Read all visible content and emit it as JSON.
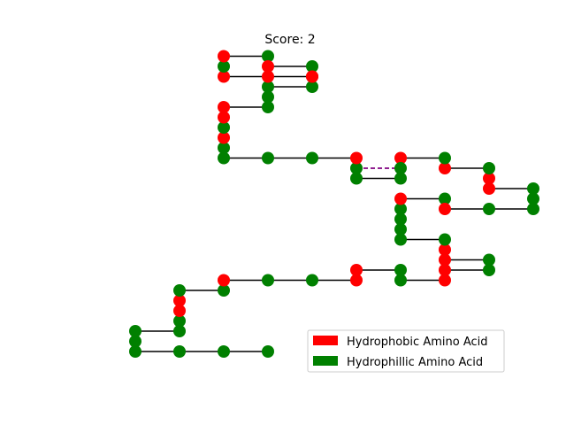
{
  "chart_data": {
    "type": "scatter",
    "title": "Score: 2",
    "xlabel": "",
    "ylabel": "",
    "grid": false,
    "axes_visible": false,
    "legend_position": "lower-right",
    "colors": {
      "H": "#ff0000",
      "P": "#008000",
      "bond": "#000000",
      "contact": "#800080"
    },
    "legend": [
      {
        "label": "Hydrophobic Amino Acid",
        "type": "H"
      },
      {
        "label": "Hydrophillic Amino Acid",
        "type": "P"
      }
    ],
    "xlim": [
      -3.5,
      6.5
    ],
    "ylim": [
      -8.5,
      4.5
    ],
    "contacts": [
      [
        [
          2,
          0
        ],
        [
          3,
          0
        ]
      ]
    ],
    "residues": [
      {
        "x": 0,
        "y": -9,
        "t": "P"
      },
      {
        "x": -1,
        "y": -9,
        "t": "P"
      },
      {
        "x": -2,
        "y": -9,
        "t": "P"
      },
      {
        "x": -3,
        "y": -9,
        "t": "P"
      },
      {
        "x": -3,
        "y": -8.5,
        "t": "P"
      },
      {
        "x": -3,
        "y": -8,
        "t": "P"
      },
      {
        "x": -2,
        "y": -8,
        "t": "P"
      },
      {
        "x": -2,
        "y": -7.5,
        "t": "P"
      },
      {
        "x": -2,
        "y": -7,
        "t": "H"
      },
      {
        "x": -2,
        "y": -6.5,
        "t": "H"
      },
      {
        "x": -2,
        "y": -6,
        "t": "P"
      },
      {
        "x": -1,
        "y": -6,
        "t": "P"
      },
      {
        "x": -1,
        "y": -5.5,
        "t": "H"
      },
      {
        "x": 0,
        "y": -5.5,
        "t": "P"
      },
      {
        "x": 1,
        "y": -5.5,
        "t": "P"
      },
      {
        "x": 2,
        "y": -5.5,
        "t": "H"
      },
      {
        "x": 2,
        "y": -5,
        "t": "H"
      },
      {
        "x": 3,
        "y": -5,
        "t": "P"
      },
      {
        "x": 3,
        "y": -5.5,
        "t": "P"
      },
      {
        "x": 4,
        "y": -5.5,
        "t": "H"
      },
      {
        "x": 4,
        "y": -5,
        "t": "H"
      },
      {
        "x": 5,
        "y": -5,
        "t": "P"
      },
      {
        "x": 5,
        "y": -4.5,
        "t": "P"
      },
      {
        "x": 4,
        "y": -4.5,
        "t": "H"
      },
      {
        "x": 4,
        "y": -4,
        "t": "H"
      },
      {
        "x": 4,
        "y": -3.5,
        "t": "P"
      },
      {
        "x": 3,
        "y": -3.5,
        "t": "P"
      },
      {
        "x": 3,
        "y": -3,
        "t": "P"
      },
      {
        "x": 3,
        "y": -2.5,
        "t": "P"
      },
      {
        "x": 3,
        "y": -2,
        "t": "P"
      },
      {
        "x": 3,
        "y": -1.5,
        "t": "H"
      },
      {
        "x": 4,
        "y": -1.5,
        "t": "P"
      },
      {
        "x": 4,
        "y": -2,
        "t": "H"
      },
      {
        "x": 5,
        "y": -2,
        "t": "P"
      },
      {
        "x": 6,
        "y": -2,
        "t": "P"
      },
      {
        "x": 6,
        "y": -1.5,
        "t": "P"
      },
      {
        "x": 6,
        "y": -1,
        "t": "P"
      },
      {
        "x": 5,
        "y": -1,
        "t": "H"
      },
      {
        "x": 5,
        "y": -0.5,
        "t": "H"
      },
      {
        "x": 5,
        "y": 0,
        "t": "P"
      },
      {
        "x": 4,
        "y": 0,
        "t": "H"
      },
      {
        "x": 4,
        "y": 0.5,
        "t": "P"
      },
      {
        "x": 3,
        "y": 0.5,
        "t": "H"
      },
      {
        "x": 3,
        "y": 0,
        "t": "P"
      },
      {
        "x": 3,
        "y": -0.5,
        "t": "P"
      },
      {
        "x": 2,
        "y": -0.5,
        "t": "P"
      },
      {
        "x": 2,
        "y": 0,
        "t": "P"
      },
      {
        "x": 2,
        "y": 0.5,
        "t": "H"
      },
      {
        "x": 1,
        "y": 0.5,
        "t": "P"
      },
      {
        "x": 0,
        "y": 0.5,
        "t": "P"
      },
      {
        "x": -1,
        "y": 0.5,
        "t": "P"
      },
      {
        "x": -1,
        "y": 1,
        "t": "P"
      },
      {
        "x": -1,
        "y": 1.5,
        "t": "H"
      },
      {
        "x": -1,
        "y": 2,
        "t": "P"
      },
      {
        "x": -1,
        "y": 2.5,
        "t": "H"
      },
      {
        "x": -1,
        "y": 3,
        "t": "H"
      },
      {
        "x": 0,
        "y": 3,
        "t": "P"
      },
      {
        "x": 0,
        "y": 3.5,
        "t": "P"
      },
      {
        "x": 0,
        "y": 4,
        "t": "P"
      },
      {
        "x": 1,
        "y": 4,
        "t": "P"
      },
      {
        "x": 1,
        "y": 4.5,
        "t": "H"
      },
      {
        "x": 0,
        "y": 4.5,
        "t": "H"
      },
      {
        "x": -1,
        "y": 4.5,
        "t": "H"
      },
      {
        "x": -1,
        "y": 5,
        "t": "P"
      },
      {
        "x": -1,
        "y": 5.5,
        "t": "H"
      },
      {
        "x": 0,
        "y": 5.5,
        "t": "P"
      },
      {
        "x": 0,
        "y": 5,
        "t": "H"
      },
      {
        "x": 1,
        "y": 5,
        "t": "P"
      },
      {
        "x": 1,
        "y": 4.5,
        "t": "H"
      }
    ]
  }
}
